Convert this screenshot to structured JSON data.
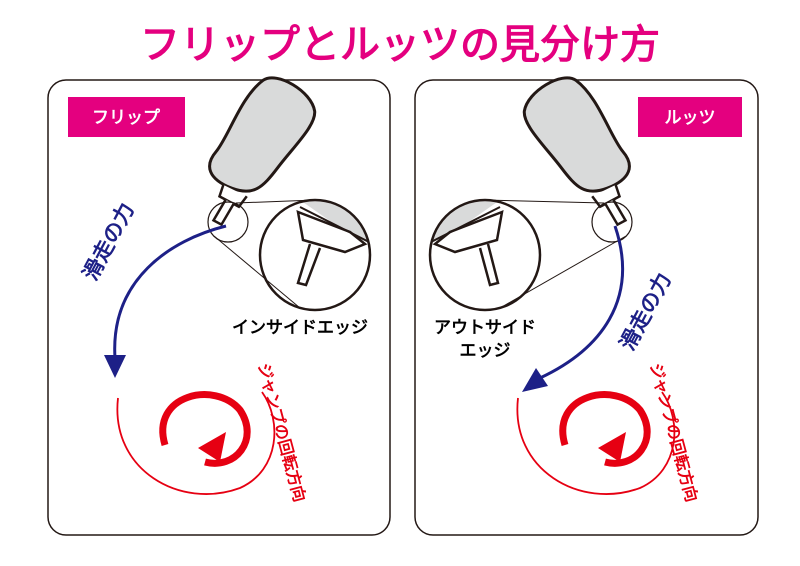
{
  "title": "フリップとルッツの見分け方",
  "panels": [
    {
      "label": "フリップ",
      "edge": "インサイドエッジ",
      "force": "滑走の力",
      "rotation": "ジャンプの回転方向"
    },
    {
      "label": "ルッツ",
      "edge_line1": "アウトサイド",
      "edge_line2": "エッジ",
      "force": "滑走の力",
      "rotation": "ジャンプの回転方向"
    }
  ],
  "colors": {
    "accent": "#e4007f",
    "force": "#1d2087",
    "rotation": "#e60012",
    "boot": "#d9dada"
  }
}
